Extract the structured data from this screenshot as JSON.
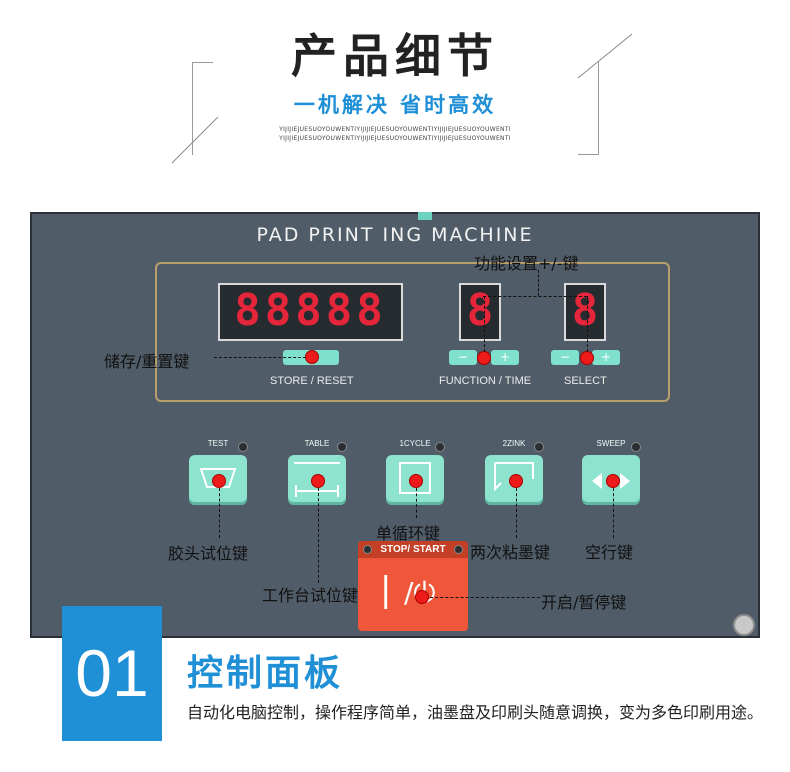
{
  "header": {
    "title": "产品细节",
    "subtitle": "一机解决 省时高效",
    "tiny_line1": "YIJIJIEJUESUOYOUWENTIYIJIJIEJUESUOYOUWENTIYIJIJIEJUESUOYOUWENTI",
    "tiny_line2": "YIJIJIEJUESUOYOUWENTIYIJIJIEJUESUOYOUWENTIYIJIJIEJUESUOYOUWENTI"
  },
  "panel": {
    "machine_label": "PAD PRINT ING  MACHINE",
    "main_display": "88888",
    "function_display": "8",
    "select_display": "8",
    "store_reset_label": "STORE / RESET",
    "function_time_label": "FUNCTION / TIME",
    "select_label": "SELECT",
    "minus": "−",
    "plus": "+",
    "keys": [
      {
        "label": "TEST"
      },
      {
        "label": "TABLE"
      },
      {
        "label": "1CYCLE"
      },
      {
        "label": "2ZINK"
      },
      {
        "label": "SWEEP"
      }
    ],
    "stop_start_label": "STOP/ START",
    "stop_symbol": "|",
    "start_symbol": "/⏻"
  },
  "annotations": {
    "function_set": "功能设置+/-键",
    "store_reset": "储存/重置键",
    "single_cycle": "单循环键",
    "test_key": "胶头试位键",
    "double_ink": "两次粘墨键",
    "empty_run": "空行键",
    "table_test": "工作台试位键",
    "start_pause": "开启/暂停键"
  },
  "footer": {
    "number": "01",
    "heading": "控制面板",
    "description": "自动化电脑控制，操作程序简单，油墨盘及印刷头随意调换，变为多色印刷用途。"
  },
  "colors": {
    "accent": "#1f8fd6",
    "panel": "#505c68",
    "key": "#8ee3cf",
    "stop_button": "#f0573a",
    "marker": "#ee1b1b"
  }
}
